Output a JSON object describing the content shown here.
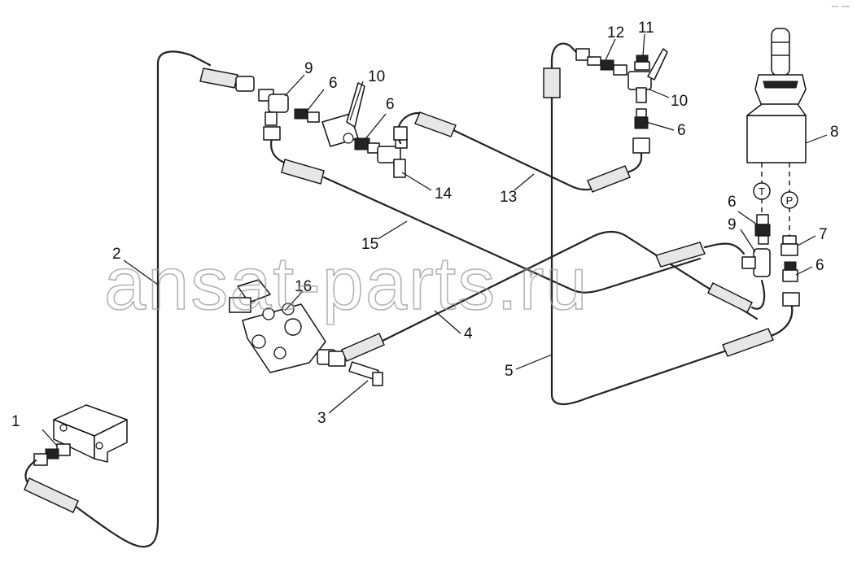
{
  "diagram": {
    "callouts": [
      "1",
      "2",
      "3",
      "4",
      "5",
      "6",
      "7",
      "8",
      "9",
      "10",
      "11",
      "12",
      "13",
      "14",
      "15",
      "16"
    ],
    "callout_labels": {
      "c1": "1",
      "c2": "2",
      "c3": "3",
      "c4": "4",
      "c5": "5",
      "c6a": "6",
      "c6b": "6",
      "c6c": "6",
      "c6d": "6",
      "c6e": "6",
      "c7": "7",
      "c8": "8",
      "c9a": "9",
      "c9b": "9",
      "c10a": "10",
      "c10b": "10",
      "c11": "11",
      "c12": "12",
      "c13": "13",
      "c14": "14",
      "c15": "15",
      "c16": "16"
    },
    "ports": {
      "tank": "T",
      "pressure": "P"
    }
  },
  "watermark": {
    "text": "ansat-parts.ru"
  },
  "colors": {
    "line": "#111111",
    "background": "#ffffff",
    "watermark": "#9a9a9a"
  }
}
